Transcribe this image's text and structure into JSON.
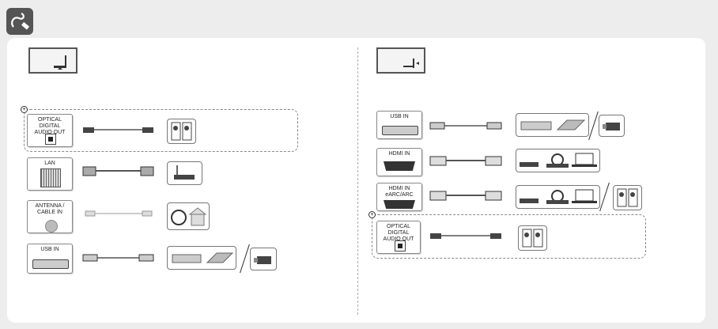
{
  "left_ports": [
    {
      "id": "optical",
      "label": "OPTICAL DIGITAL\nAUDIO OUT"
    },
    {
      "id": "lan",
      "label": "LAN"
    },
    {
      "id": "antenna",
      "label": "ANTENNA /\nCABLE IN"
    },
    {
      "id": "usb",
      "label": "USB IN"
    }
  ],
  "right_ports": [
    {
      "id": "usb",
      "label": "USB IN"
    },
    {
      "id": "hdmi",
      "label": "HDMI IN"
    },
    {
      "id": "hdmi-earc",
      "label": "HDMI IN\neARC/ARC"
    },
    {
      "id": "optical",
      "label": "OPTICAL DIGITAL\nAUDIO OUT"
    }
  ],
  "colors": {
    "panel": "#ffffff",
    "background": "#ededed",
    "icon": "#555555"
  }
}
